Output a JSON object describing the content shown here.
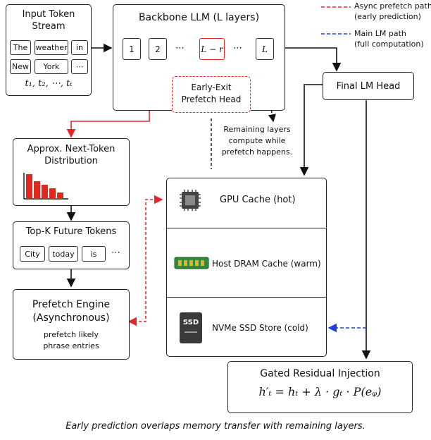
{
  "legend": {
    "async_label": "Async prefetch path\n(early prediction)",
    "main_label": "Main LM path\n(full computation)",
    "async_color": "#e8262b",
    "main_color": "#1f3de0"
  },
  "input": {
    "title": "Input Token\nStream",
    "tokens": [
      "The",
      "weather",
      "in",
      "New",
      "York",
      "⋯"
    ],
    "sequence": "t₁, t₂, ⋯, tₜ"
  },
  "backbone": {
    "title": "Backbone LLM (L layers)",
    "layers": [
      "1",
      "2",
      "⋯",
      "L − r",
      "⋯",
      "L"
    ]
  },
  "early_exit": {
    "label": "Early-Exit\nPrefetch Head"
  },
  "final_head": {
    "label": "Final LM Head"
  },
  "remaining_note": "Remaining layers\ncompute while\nprefetch happens.",
  "approx": {
    "title": "Approx. Next-Token\nDistribution",
    "bar_color": "#e0281e"
  },
  "topk": {
    "title": "Top-K Future Tokens",
    "tokens": [
      "City",
      "today",
      "is",
      "⋯"
    ]
  },
  "prefetch_engine": {
    "title": "Prefetch Engine\n(Asynchronous)",
    "subtitle": "prefetch likely\nphrase entries"
  },
  "memory": {
    "gpu": {
      "label": "GPU Cache (hot)",
      "icon": "chip-icon"
    },
    "dram": {
      "label": "Host DRAM Cache (warm)",
      "icon": "ram-icon"
    },
    "ssd": {
      "label": "NVMe SSD Store (cold)",
      "icon": "ssd-icon",
      "badge": "SSD"
    }
  },
  "gated": {
    "title": "Gated Residual Injection",
    "formula": "h′ₜ = hₜ + λ · gₜ · P(eᵩ)"
  },
  "caption": "Early prediction overlaps memory transfer with remaining layers."
}
